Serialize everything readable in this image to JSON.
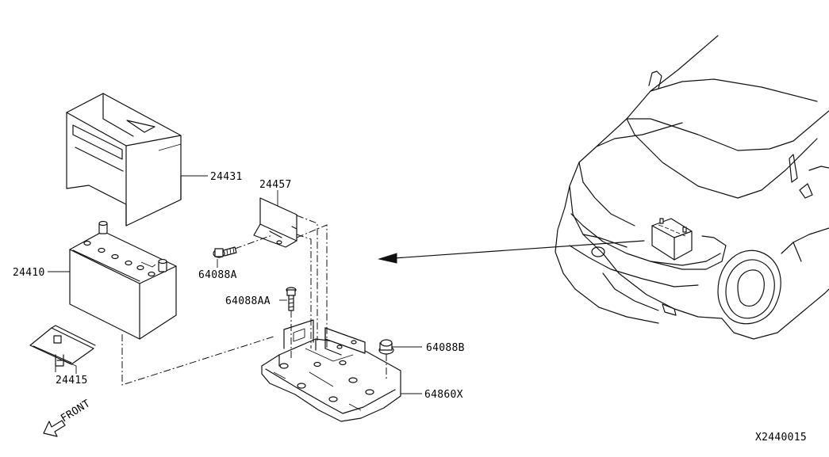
{
  "diagram_code": "X2440015",
  "front_label": "FRONT",
  "parts": {
    "p24431": "24431",
    "p24410": "24410",
    "p24415": "24415",
    "p24457": "24457",
    "p64088A": "64088A",
    "p64088AA": "64088AA",
    "p64088B": "64088B",
    "p64860X": "64860X"
  }
}
